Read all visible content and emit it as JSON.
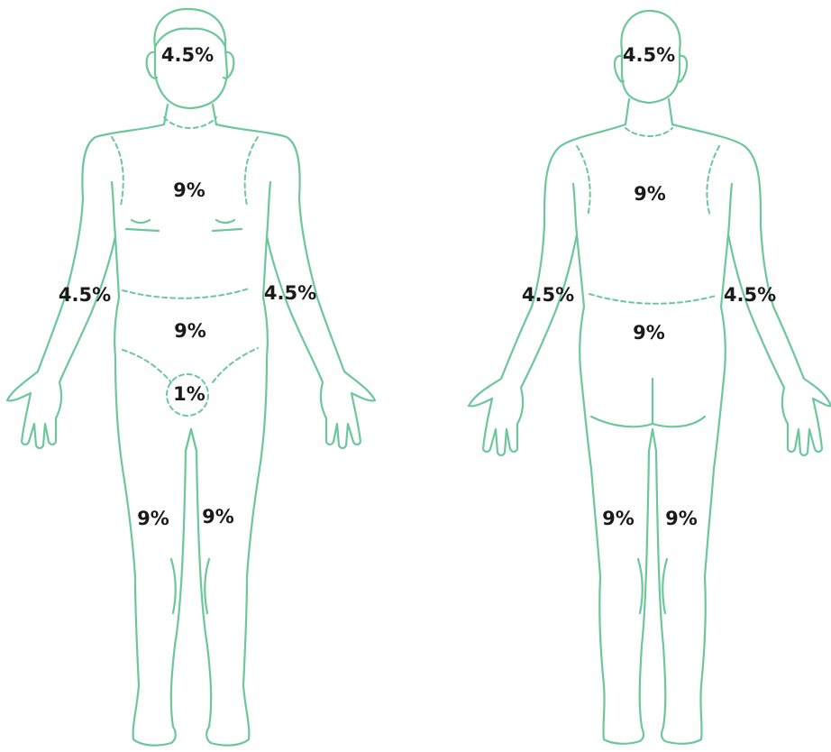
{
  "colors": {
    "outline": "#6cc79a",
    "text": "#1a1a1a",
    "background": "#ffffff"
  },
  "front": {
    "head": "4.5%",
    "chest": "9%",
    "right_arm": "4.5%",
    "left_arm": "4.5%",
    "abdomen": "9%",
    "genitals": "1%",
    "right_leg": "9%",
    "left_leg": "9%"
  },
  "back": {
    "head": "4.5%",
    "upper_back": "9%",
    "right_arm": "4.5%",
    "left_arm": "4.5%",
    "lower_back": "9%",
    "right_leg": "9%",
    "left_leg": "9%"
  }
}
